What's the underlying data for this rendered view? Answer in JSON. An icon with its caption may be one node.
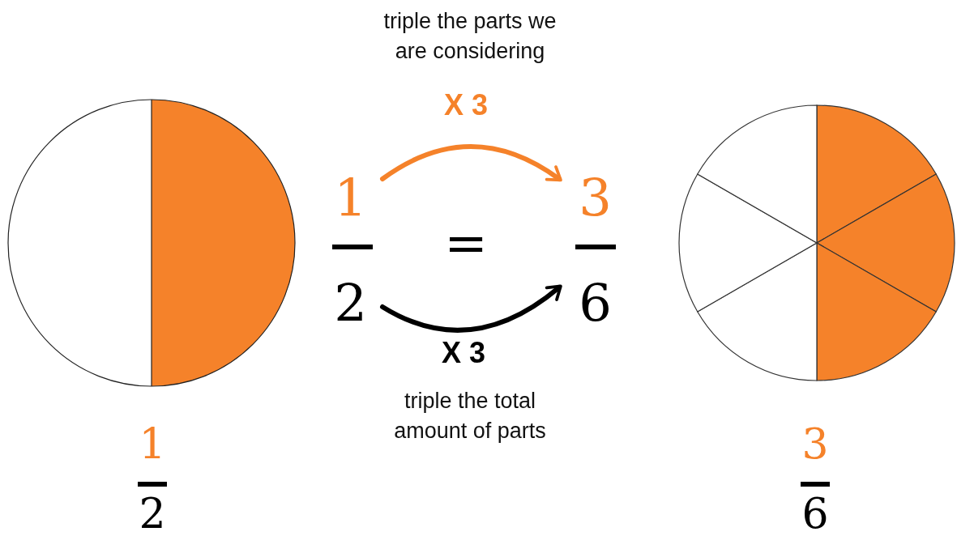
{
  "diagram": {
    "nodes": [
      {
        "text": [
          "1"
        ]
      },
      {
        "text": [
          "3"
        ]
      },
      {
        "text": [
          "2"
        ]
      },
      {
        "text": [
          "6"
        ]
      }
    ],
    "edges": [
      {
        "from": 0,
        "to": 1,
        "arrow": "to",
        "label": "X 3",
        "color": "#f5822a"
      },
      {
        "from": 2,
        "to": 3,
        "arrow": "to",
        "label": "X 3",
        "color": "#000000"
      }
    ],
    "labels": [
      "triple the parts we are considering",
      "=",
      "triple the total amount of parts",
      "1",
      "2",
      "3",
      "6"
    ]
  }
}
